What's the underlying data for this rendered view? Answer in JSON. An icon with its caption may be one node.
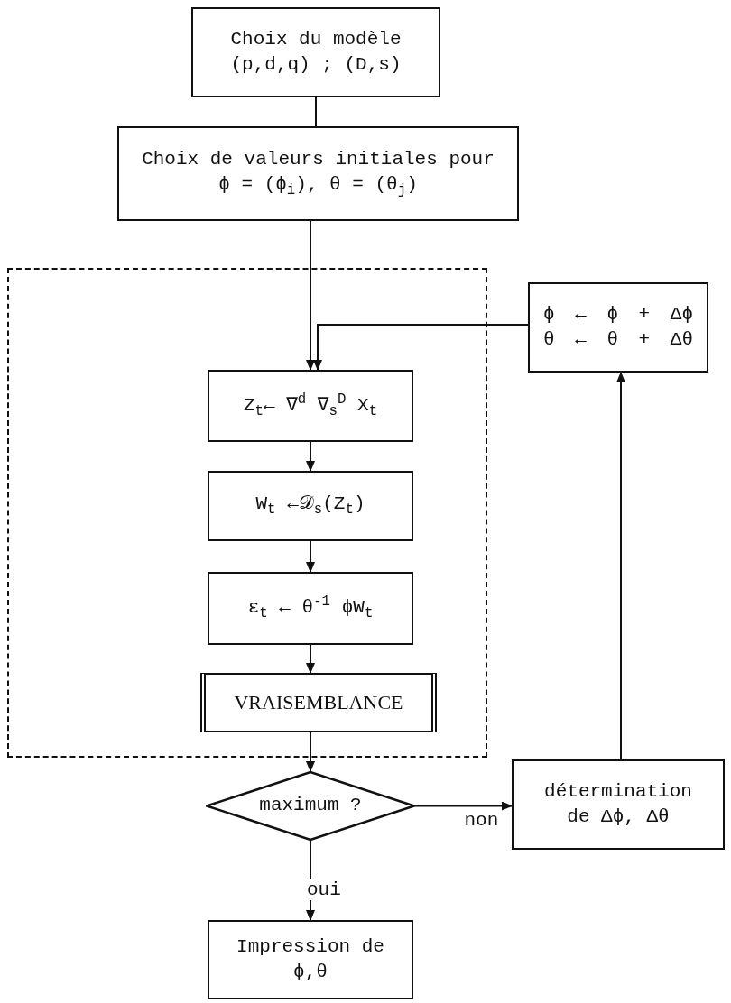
{
  "diagram": {
    "nodes": [
      {
        "text": [
          "Choix du modèle (p,d,q) ; (D,s)"
        ]
      },
      {
        "text": [
          "Choix de valeurs initiales pour ϕ = (ϕ$_{i}$),   θ = (θ$_{j}$)"
        ]
      },
      {
        "text": [],
        "shape": "box"
      },
      {
        "text": [
          "Z$_{t}$← ∇$^{d}$ ∇$_{s}$$^{D}$ X$_{t}$"
        ],
        "in": 2
      },
      {
        "text": [
          "W$_{t}$ ←𝒟$_{s}$(Z$_{t}$)"
        ],
        "in": 2
      },
      {
        "text": [
          "ε$_{t}$ ← θ$^{-1}$ ϕW$_{t}$"
        ],
        "in": 2
      },
      {
        "text": [
          "VRAISEMBLANCE"
        ],
        "in": 2
      },
      {
        "text": [
          "ϕ ← ϕ + Δϕ θ ← θ + Δθ"
        ]
      },
      {
        "text": [
          "maximum ?"
        ]
      },
      {
        "text": [
          "détermination de Δϕ, Δθ"
        ]
      },
      {
        "text": [
          "Impression de ϕ,θ"
        ]
      }
    ],
    "edges": [
      {
        "from": 0,
        "to": 1,
        "arrow": "none"
      },
      {
        "from": 1,
        "to": 3,
        "arrow": "to"
      },
      {
        "from": 7,
        "to": 3,
        "arrow": "to"
      },
      {
        "from": 3,
        "to": 4,
        "arrow": "to"
      },
      {
        "from": 4,
        "to": 5,
        "arrow": "to"
      },
      {
        "from": 5,
        "to": 6,
        "arrow": "to"
      },
      {
        "from": 6,
        "to": 8,
        "arrow": "to"
      },
      {
        "from": 8,
        "to": 9,
        "label": "non",
        "arrow": "to"
      },
      {
        "from": 8,
        "to": 10,
        "label": "oui",
        "arrow": "to"
      },
      {
        "from": 9,
        "to": 7,
        "arrow": "to"
      }
    ]
  }
}
